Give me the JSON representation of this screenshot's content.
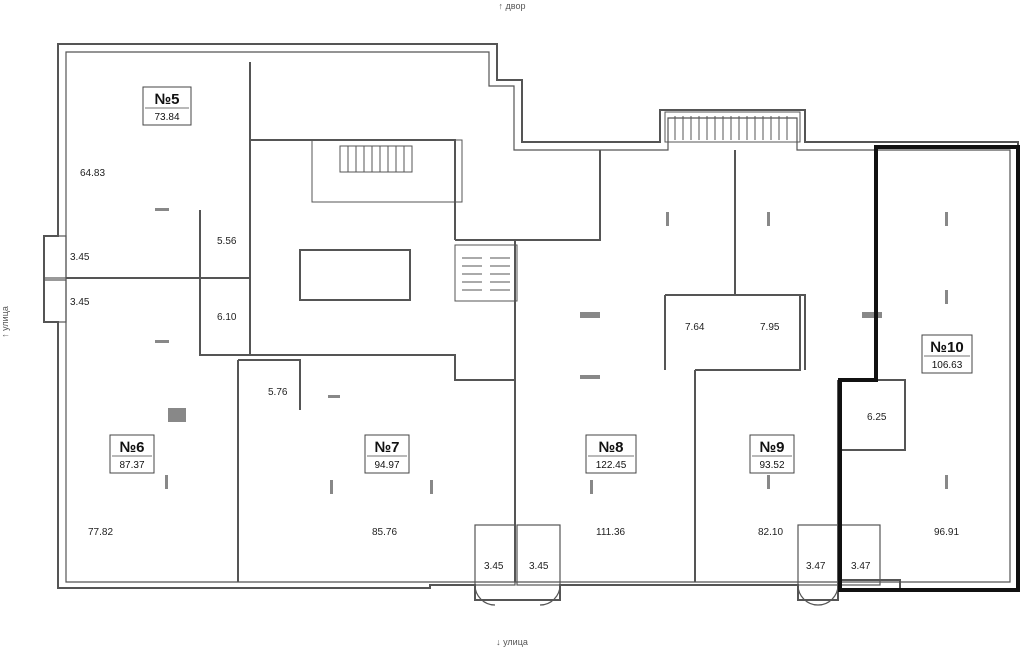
{
  "orientation": {
    "top": "↑ двор",
    "bottom": "↓ улица",
    "left": "↑ улица"
  },
  "units": [
    {
      "id": "№5",
      "total": "73.84",
      "rooms": [
        "64.83",
        "5.56",
        "6.10"
      ]
    },
    {
      "id": "№6",
      "total": "87.37",
      "rooms": [
        "77.82",
        "3.45",
        "3.45",
        "5.76"
      ]
    },
    {
      "id": "№7",
      "total": "94.97",
      "rooms": [
        "85.76",
        "3.45"
      ]
    },
    {
      "id": "№8",
      "total": "122.45",
      "rooms": [
        "111.36",
        "3.45",
        "7.64"
      ]
    },
    {
      "id": "№9",
      "total": "93.52",
      "rooms": [
        "82.10",
        "3.47",
        "7.95"
      ]
    },
    {
      "id": "№10",
      "total": "106.63",
      "rooms": [
        "96.91",
        "3.47",
        "6.25"
      ]
    }
  ],
  "colors": {
    "wall": "#555555",
    "highlight": "#111111"
  }
}
